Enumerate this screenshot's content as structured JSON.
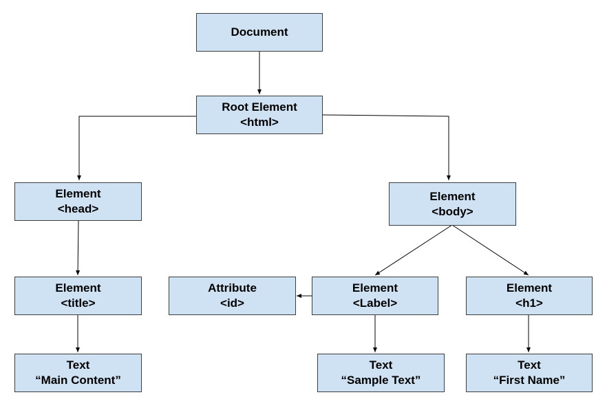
{
  "diagram": {
    "nodes": {
      "document": {
        "line1": "Document"
      },
      "root": {
        "line1": "Root Element",
        "line2": "<html>"
      },
      "head": {
        "line1": "Element",
        "line2": "<head>"
      },
      "body": {
        "line1": "Element",
        "line2": "<body>"
      },
      "title": {
        "line1": "Element",
        "line2": "<title>"
      },
      "attribute": {
        "line1": "Attribute",
        "line2": "<id>"
      },
      "label": {
        "line1": "Element",
        "line2": "<Label>"
      },
      "h1": {
        "line1": "Element",
        "line2": "<h1>"
      },
      "text_main": {
        "line1": "Text",
        "line2": "“Main Content”"
      },
      "text_sample": {
        "line1": "Text",
        "line2": "“Sample Text”"
      },
      "text_first": {
        "line1": "Text",
        "line2": "“First Name”"
      }
    },
    "edges": [
      {
        "from": "document",
        "to": "root"
      },
      {
        "from": "root",
        "to": "head"
      },
      {
        "from": "root",
        "to": "body"
      },
      {
        "from": "head",
        "to": "title"
      },
      {
        "from": "title",
        "to": "text_main"
      },
      {
        "from": "body",
        "to": "label"
      },
      {
        "from": "body",
        "to": "h1"
      },
      {
        "from": "label",
        "to": "attribute"
      },
      {
        "from": "label",
        "to": "text_sample"
      },
      {
        "from": "h1",
        "to": "text_first"
      }
    ],
    "colors": {
      "node_fill": "#cfe2f3",
      "node_border": "#3c3c3c",
      "edge": "#000000"
    }
  }
}
